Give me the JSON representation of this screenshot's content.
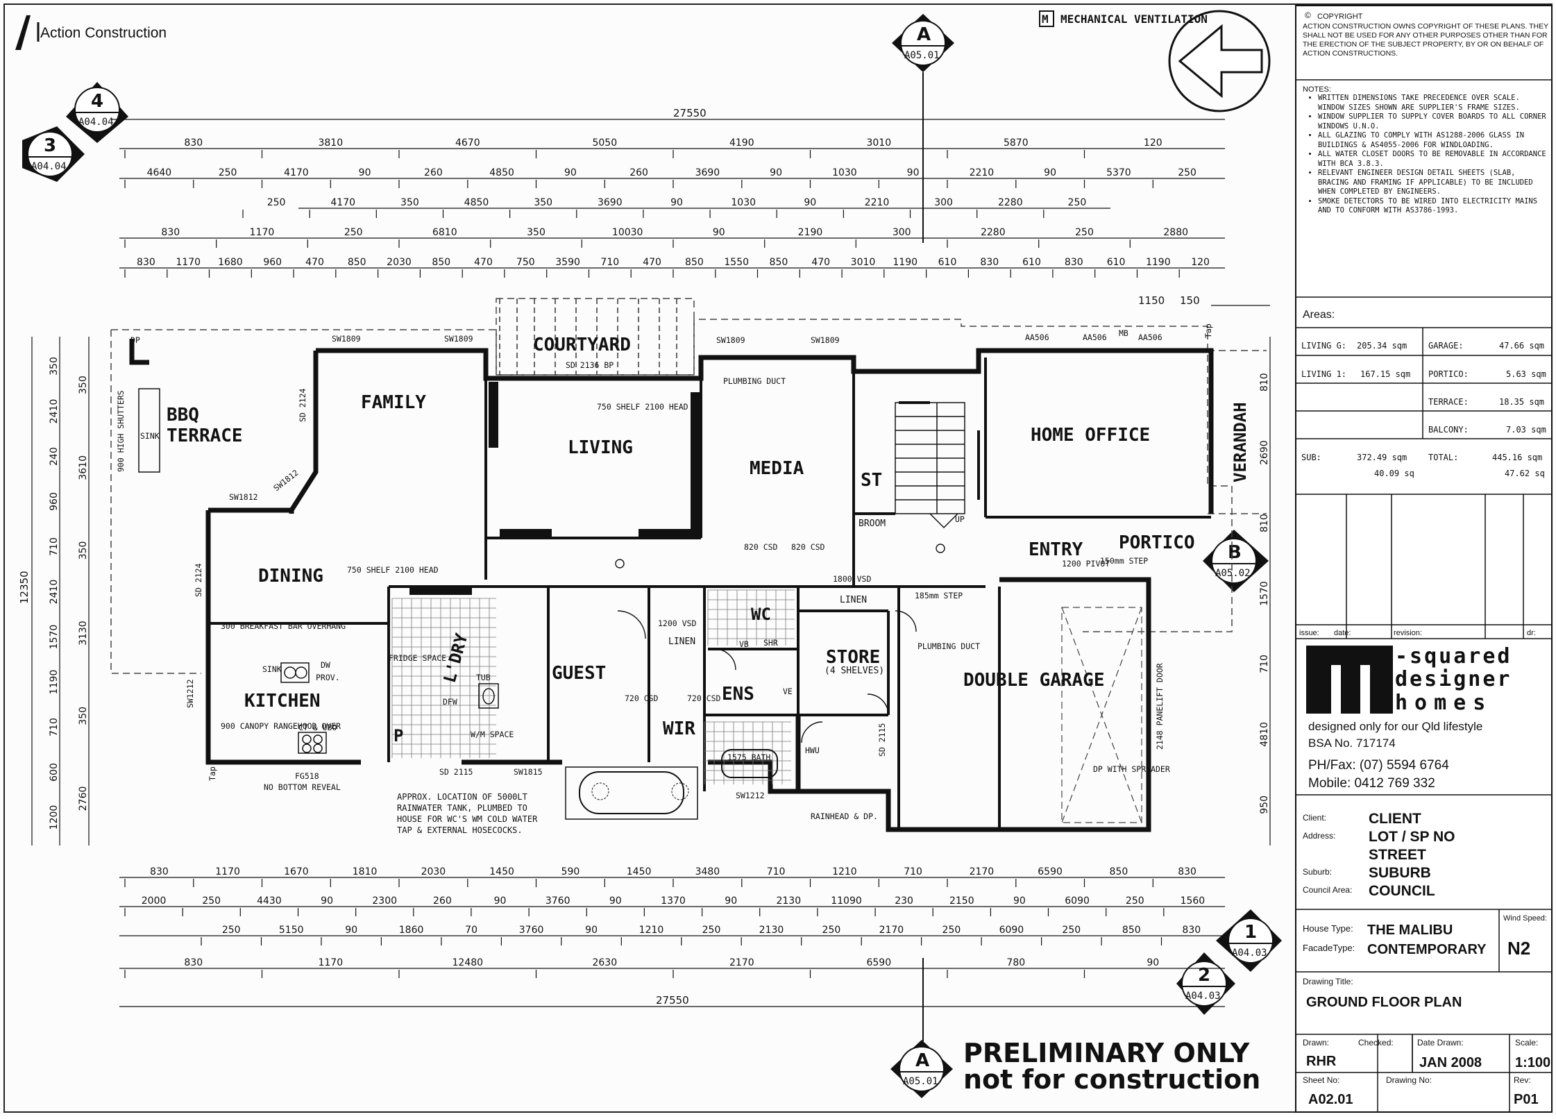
{
  "company": {
    "name": "Action Construction"
  },
  "ventilation_legend": {
    "symbol": "M",
    "label": "MECHANICAL VENTILATION"
  },
  "section_markers": [
    {
      "num": "A",
      "ref": "A05.01"
    },
    {
      "num": "4",
      "ref": "A04.04"
    },
    {
      "num": "3",
      "ref": "A04.04"
    },
    {
      "num": "B",
      "ref": "A05.02"
    },
    {
      "num": "1",
      "ref": "A04.03"
    },
    {
      "num": "2",
      "ref": "A04.03"
    },
    {
      "num": "A",
      "ref": "A05.01"
    }
  ],
  "top_dims": {
    "total": "27550",
    "row1": [
      "830",
      "3810",
      "4670",
      "5050",
      "4190",
      "3010",
      "5870",
      "120"
    ],
    "row2": [
      "4640",
      "250",
      "4170",
      "90",
      "260",
      "4850",
      "90",
      "260",
      "3690",
      "90",
      "1030",
      "90",
      "2210",
      "90",
      "5370",
      "250"
    ],
    "row3": [
      "250",
      "4170",
      "350",
      "4850",
      "350",
      "3690",
      "90",
      "1030",
      "90",
      "2210",
      "300",
      "2280",
      "250"
    ],
    "row4": [
      "830",
      "1170",
      "250",
      "6810",
      "350",
      "10030",
      "90",
      "2190",
      "300",
      "2280",
      "250",
      "2880"
    ],
    "row5": [
      "830",
      "1170",
      "1680",
      "960",
      "470",
      "850",
      "2030",
      "850",
      "470",
      "750",
      "3590",
      "710",
      "470",
      "850",
      "1550",
      "850",
      "470",
      "3010",
      "1190",
      "610",
      "830",
      "610",
      "830",
      "610",
      "1190",
      "120"
    ],
    "side": [
      "1150",
      "150"
    ]
  },
  "bottom_dims": {
    "row1": [
      "830",
      "1170",
      "1670",
      "1810",
      "2030",
      "1450",
      "590",
      "1450",
      "3480",
      "710",
      "1210",
      "710",
      "2170",
      "6590",
      "850",
      "830"
    ],
    "row2": [
      "2000",
      "250",
      "4430",
      "90",
      "2300",
      "260",
      "90",
      "3760",
      "90",
      "1370",
      "90",
      "2130",
      "11090",
      "230",
      "2150",
      "90",
      "6090",
      "250",
      "1560"
    ],
    "row3": [
      "250",
      "5150",
      "90",
      "1860",
      "70",
      "3760",
      "90",
      "1210",
      "250",
      "2130",
      "250",
      "2170",
      "250",
      "6090",
      "250",
      "850",
      "830"
    ],
    "row4": [
      "830",
      "1170",
      "12480",
      "2630",
      "2170",
      "6590",
      "780",
      "90"
    ],
    "total": "27550"
  },
  "left_dims": {
    "total": "12350",
    "col1": [
      "350",
      "2410",
      "240",
      "960",
      "710",
      "2410",
      "1570",
      "1190",
      "710",
      "600",
      "1200"
    ],
    "col2": [
      "350",
      "3610",
      "350",
      "3130",
      "350",
      "2760"
    ]
  },
  "right_dims": [
    "810",
    "2690",
    "810",
    "1570",
    "710",
    "4810",
    "950"
  ],
  "rooms": {
    "courtyard": "COURTYARD",
    "family": "FAMILY",
    "bbq": "BBQ",
    "terrace": "TERRACE",
    "living": "LIVING",
    "media": "MEDIA",
    "home_office": "HOME OFFICE",
    "verandah": "VERANDAH",
    "st": "ST",
    "broom": "BROOM",
    "dining": "DINING",
    "kitchen": "KITCHEN",
    "pantry": "P",
    "laundry": "L'DRY",
    "guest": "GUEST",
    "wir": "WIR",
    "ens": "ENS",
    "wc": "WC",
    "store": "STORE",
    "store_sub": "(4 SHELVES)",
    "entry": "ENTRY",
    "portico": "PORTICO",
    "double_garage": "DOUBLE GARAGE",
    "linen1": "LINEN",
    "linen2": "LINEN"
  },
  "labels": {
    "dp": "DP",
    "sw1809": "SW1809",
    "sd2136bp": "SD 2136 BP",
    "aa506": "AA506",
    "mb": "MB",
    "tap": "Tap",
    "plumbing_duct": "PLUMBING DUCT",
    "shelf_living": "750 SHELF 2100 HEAD",
    "shelf_dining": "750 SHELF 2100 HEAD",
    "shutters": "900 HIGH SHUTTERS",
    "sink": "SINK",
    "sw1812": "SW1812",
    "sd2124": "SD 2124",
    "breakfast_bar": "300 BREAKFAST BAR OVERHANG",
    "dw": "DW",
    "prov": "PROV.",
    "fridge": "FRIDGE SPACE",
    "canopy": "900 CANOPY RANGEHOOD OVER",
    "ct_ubo": "CT & UBO",
    "tub": "TUB",
    "dfw": "DFW",
    "wm": "W/M SPACE",
    "sw1212": "SW1212",
    "fg518": "FG518",
    "no_reveal": "NO BOTTOM REVEAL",
    "sd2115": "SD 2115",
    "sw1815": "SW1815",
    "tank_note": "APPROX. LOCATION OF 5000LT RAINWATER TANK, PLUMBED TO HOUSE FOR WC'S WM COLD WATER TAP & EXTERNAL HOSECOCKS.",
    "vsd1200": "1200 VSD",
    "vsd1800": "1800 VSD",
    "csd820": "820 CSD",
    "csd720": "720 CSD",
    "bath": "1575 BATH",
    "shr": "SHR",
    "vb": "VB",
    "ve": "VE",
    "hwu": "HWU",
    "rainhead": "RAINHEAD & DP.",
    "panelift": "2148 PANELIFT DOOR",
    "dp_spreader": "DP WITH SPREADER",
    "pivot": "1200 PIVOT",
    "step150": "150mm STEP",
    "step185": "185mm STEP",
    "up": "UP"
  },
  "title_block": {
    "copyright_title": "COPYRIGHT",
    "copyright_text": "ACTION CONSTRUCTION OWNS COPYRIGHT OF THESE PLANS. THEY SHALL NOT BE USED FOR ANY OTHER PURPOSES OTHER THAN FOR THE ERECTION OF THE SUBJECT PROPERTY, BY OR ON BEHALF OF ACTION CONSTRUCTIONS.",
    "notes_title": "NOTES:",
    "notes": [
      "WRITTEN DIMENSIONS TAKE PRECEDENCE OVER SCALE. WINDOW SIZES SHOWN ARE SUPPLIER'S FRAME SIZES.",
      "WINDOW SUPPLIER TO SUPPLY COVER BOARDS TO ALL CORNER WINDOWS U.N.O.",
      "ALL GLAZING TO COMPLY WITH AS1288-2006 GLASS IN BUILDINGS & AS4055-2006 FOR WINDLOADING.",
      "ALL WATER CLOSET DOORS TO BE REMOVABLE IN ACCORDANCE WITH BCA 3.8.3.",
      "RELEVANT ENGINEER DESIGN DETAIL SHEETS (SLAB, BRACING AND FRAMING IF APPLICABLE) TO BE INCLUDED WHEN COMPLETED BY ENGINEERS.",
      "SMOKE DETECTORS TO BE WIRED INTO ELECTRICITY MAINS AND TO CONFORM WITH AS3786-1993."
    ],
    "areas_title": "Areas:",
    "areas": {
      "living_g": {
        "label": "LIVING G:",
        "value": "205.34 sqm"
      },
      "living_1": {
        "label": "LIVING 1:",
        "value": "167.15 sqm"
      },
      "sub": {
        "label": "SUB:",
        "value": "372.49 sqm",
        "value2": "40.09 sq"
      },
      "garage": {
        "label": "GARAGE:",
        "value": "47.66 sqm"
      },
      "portico": {
        "label": "PORTICO:",
        "value": "5.63 sqm"
      },
      "terrace": {
        "label": "TERRACE:",
        "value": "18.35 sqm"
      },
      "balcony": {
        "label": "BALCONY:",
        "value": "7.03 sqm"
      },
      "total": {
        "label": "TOTAL:",
        "value": "445.16 sqm",
        "value2": "47.62 sq"
      }
    },
    "revision_headers": {
      "issue": "issue:",
      "date": "date:",
      "revision": "revision:",
      "dr": "dr:"
    },
    "brand": {
      "logo_letter": "m",
      "line1": "-squared",
      "line2": "designer",
      "line3": "homes",
      "tagline": "designed only for our Qld lifestyle",
      "bsa": "BSA No. 717174",
      "phone": "PH/Fax: (07) 5594 6764",
      "mobile": "Mobile:  0412 769 332"
    },
    "client_label": "Client:",
    "client": "CLIENT",
    "address_label": "Address:",
    "address1": "LOT / SP NO",
    "address2": "STREET",
    "suburb_label": "Suburb:",
    "suburb": "SUBURB",
    "council_label": "Council Area:",
    "council": "COUNCIL",
    "house_type_label": "House Type:",
    "house_type": "THE MALIBU",
    "facade_label": "FacadeType:",
    "facade": "CONTEMPORARY",
    "wind_label": "Wind Speed:",
    "wind": "N2",
    "drawing_title_label": "Drawing Title:",
    "drawing_title": "GROUND FLOOR PLAN",
    "drawn_label": "Drawn:",
    "drawn": "RHR",
    "checked_label": "Checked:",
    "checked": "",
    "date_label": "Date Drawn:",
    "date": "JAN 2008",
    "scale_label": "Scale:",
    "scale": "1:100",
    "sheet_label": "Sheet No:",
    "sheet": "A02.01",
    "drawing_no_label": "Drawing No:",
    "drawing_no": "",
    "rev_label": "Rev:",
    "rev": "P01"
  },
  "stamp": {
    "line1": "PRELIMINARY ONLY",
    "line2": "not for construction"
  }
}
